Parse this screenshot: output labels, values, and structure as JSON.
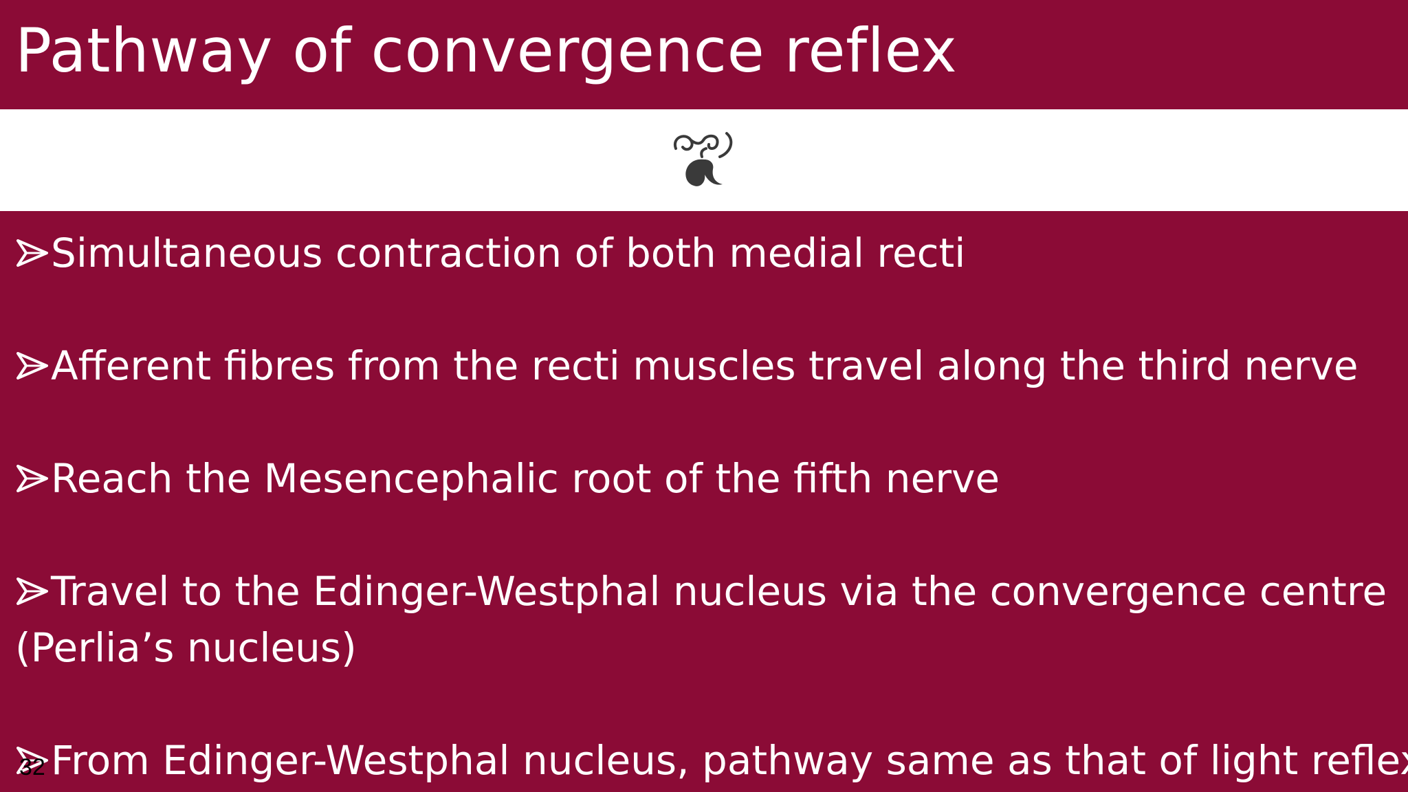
{
  "slide": {
    "title": "Pathway of convergence reflex",
    "ornament_icon": "fleuron-ornament-icon",
    "bullet_icon": "arrow-bullet-icon",
    "bullets": [
      {
        "line1": "Simultaneous contraction of both medial recti"
      },
      {
        "line1": "Afferent fibres from the recti muscles travel along the third nerve"
      },
      {
        "line1": "Reach the Mesencephalic root of the fifth nerve"
      },
      {
        "line1": "Travel to the Edinger-Westphal nucleus via the convergence centre",
        "line2": "(Perlia’s nucleus)"
      },
      {
        "line1": "From Edinger-Westphal nucleus, pathway same as that of light reflex."
      }
    ],
    "slide_number": "32",
    "colors": {
      "background": "#8b0b36",
      "band": "#ffffff",
      "text": "#ffffff",
      "ornament": "#3a3a3a"
    }
  }
}
